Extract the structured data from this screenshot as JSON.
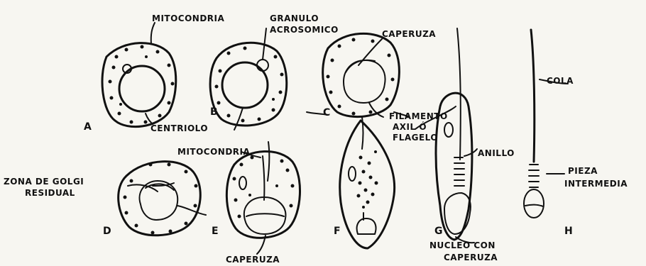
{
  "diagram": {
    "stages": {
      "A": "A",
      "B": "B",
      "C": "C",
      "D": "D",
      "E": "E",
      "F": "F",
      "G": "G",
      "H": "H"
    },
    "labels": {
      "mitocondria_top": "MITOCONDRIA",
      "granulo_1": "GRANULO",
      "granulo_2": "ACROSOMICO",
      "caperuza_top": "CAPERUZA",
      "cola": "COLA",
      "centriolo": "CENTRIOLO",
      "filamento_1": "FILAMENTO",
      "filamento_2": "AXIL Ó",
      "filamento_3": "FLAGELO",
      "mitocondria_mid": "MITOCONDRIA",
      "anillo": "ANILLO",
      "zona_1": "ZONA DE GOLGI",
      "zona_2": "RESIDUAL",
      "pieza_1": "PIEZA",
      "pieza_2": "INTERMEDIA",
      "nucleo_1": "NUCLEO CON",
      "nucleo_2": "CAPERUZA",
      "caperuza_bottom": "CAPERUZA"
    }
  }
}
